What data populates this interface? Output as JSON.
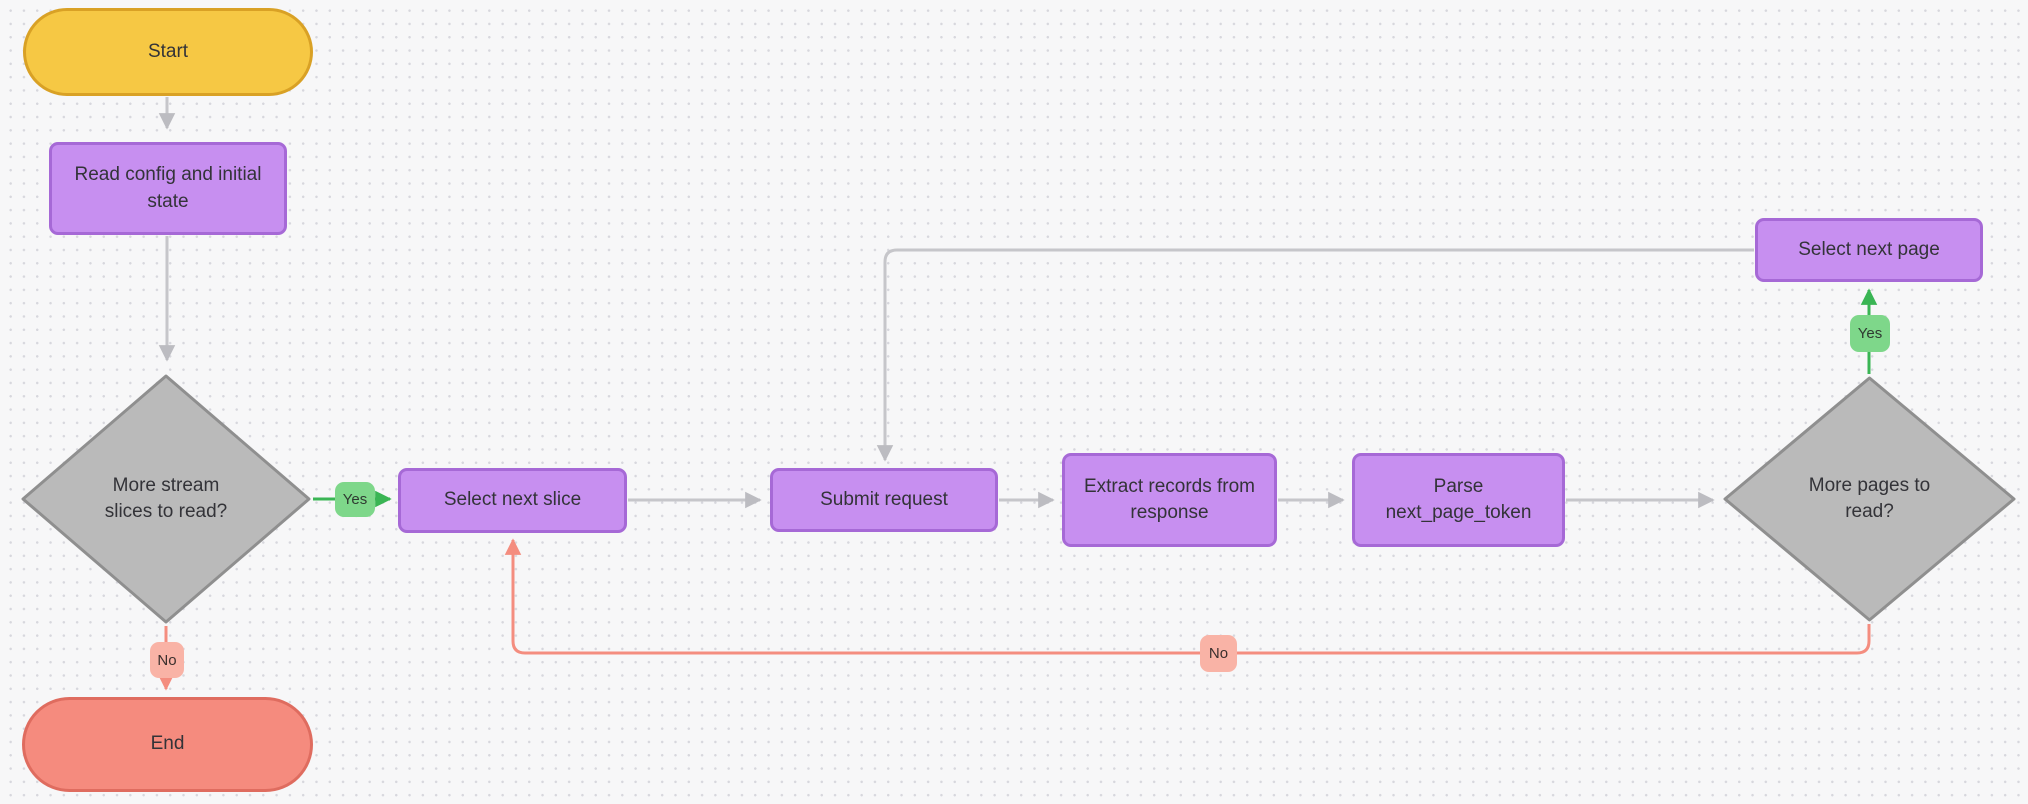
{
  "diagram": {
    "nodes": {
      "start": {
        "label": "Start",
        "type": "terminal-start"
      },
      "read_config": {
        "label": "Read config and initial\nstate",
        "type": "process"
      },
      "more_slices": {
        "label": "More stream\nslices to read?",
        "type": "decision"
      },
      "select_slice": {
        "label": "Select next slice",
        "type": "process"
      },
      "submit_request": {
        "label": "Submit request",
        "type": "process"
      },
      "extract_records": {
        "label": "Extract records from\nresponse",
        "type": "process"
      },
      "parse_token": {
        "label": "Parse\nnext_page_token",
        "type": "process"
      },
      "more_pages": {
        "label": "More pages to\nread?",
        "type": "decision"
      },
      "select_page": {
        "label": "Select next page",
        "type": "process"
      },
      "end": {
        "label": "End",
        "type": "terminal-end"
      }
    },
    "edge_labels": {
      "slices_yes": "Yes",
      "slices_no": "No",
      "pages_yes": "Yes",
      "pages_no": "No"
    },
    "colors": {
      "background": "#f7f7f8",
      "terminal_start_fill": "#f6c844",
      "terminal_start_border": "#d9a125",
      "process_fill": "#c78ff0",
      "process_border": "#a669d6",
      "decision_fill": "#bababa",
      "decision_border": "#8f8f8f",
      "terminal_end_fill": "#f58b7e",
      "terminal_end_border": "#df6c5f",
      "yes_badge_fill": "#7ed78a",
      "no_badge_fill": "#f9b3a6",
      "edge_gray": "#c6c6ca",
      "edge_green": "#3ab554",
      "edge_red": "#f48d7f"
    }
  }
}
